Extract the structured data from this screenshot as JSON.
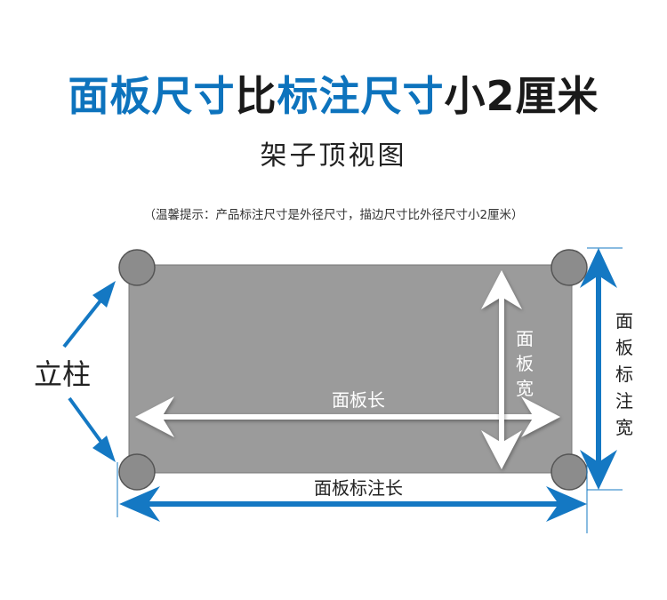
{
  "headline": {
    "part1": "面板尺寸",
    "part2": "比",
    "part3": "标注尺寸",
    "part4": "小2厘米",
    "colors": {
      "blue": "#0d73bd",
      "dark": "#1a1a1a"
    }
  },
  "subtitle": "架子顶视图",
  "tip": "（温馨提示：产品标注尺寸是外径尺寸，描边尺寸比外径尺寸小2厘米）",
  "labels": {
    "column": "立柱",
    "panel_length": "面板长",
    "panel_width_chars": [
      "面",
      "板",
      "宽"
    ],
    "marked_length": "面板标注长",
    "marked_width_chars": [
      "面",
      "板",
      "标",
      "注",
      "宽"
    ]
  },
  "colors": {
    "panel_fill": "#9b9b9b",
    "post_fill": "#8c8c8c",
    "arrow_blue": "#1478c3",
    "arrow_white": "#ffffff"
  }
}
